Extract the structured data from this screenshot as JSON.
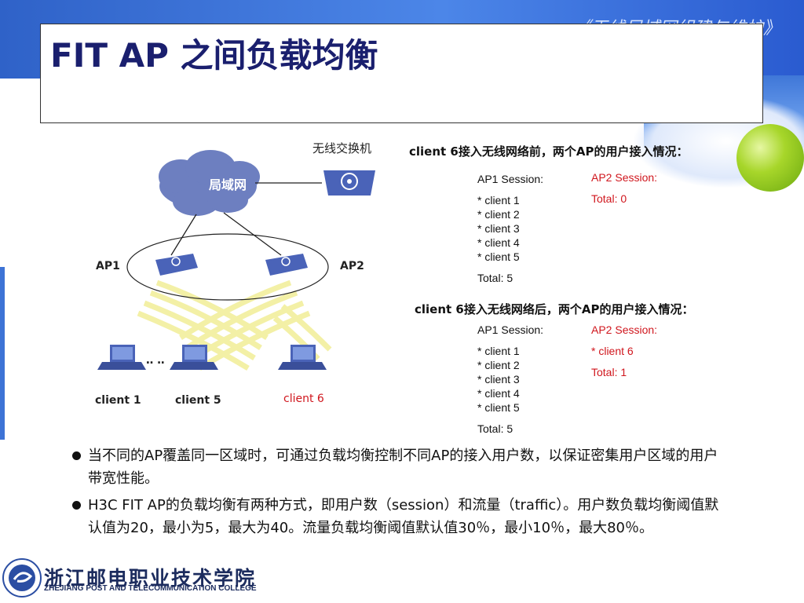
{
  "header": {
    "subtitle": "《无线局域网组建与维护》",
    "title": "FIT AP 之间负载均衡"
  },
  "diagram": {
    "cloud_label": "局域网",
    "switch_label": "无线交换机",
    "ap1_label": "AP1",
    "ap2_label": "AP2",
    "ellipsis": "‥ ‥",
    "client_labels": [
      "client 1",
      "client 5",
      "client 6"
    ],
    "colors": {
      "cloud": "#6d7fc0",
      "device": "#4a63b8",
      "beam": "#f3f0a6",
      "highlight": "#d0161d"
    }
  },
  "before": {
    "heading": "client 6接入无线网络前，两个AP的用户接入情况：",
    "ap1": {
      "title": "AP1 Session:",
      "clients": [
        "* client 1",
        "* client 2",
        "* client 3",
        "* client 4",
        "* client 5"
      ],
      "total": "Total: 5"
    },
    "ap2": {
      "title": "AP2 Session:",
      "total": "Total: 0"
    }
  },
  "after": {
    "heading": "client 6接入无线网络后，两个AP的用户接入情况：",
    "ap1": {
      "title": "AP1 Session:",
      "clients": [
        "* client 1",
        "* client 2",
        "* client 3",
        "* client 4",
        "* client 5"
      ],
      "total": "Total: 5"
    },
    "ap2": {
      "title": "AP2 Session:",
      "clients": [
        "* client 6"
      ],
      "total": "Total: 1"
    }
  },
  "bullets": [
    "当不同的AP覆盖同一区域时，可通过负载均衡控制不同AP的接入用户数，以保证密集用户区域的用户带宽性能。",
    "H3C FIT AP的负载均衡有两种方式，即用户数（session）和流量（traffic）。用户数负载均衡阈值默认值为20，最小为5，最大为40。流量负载均衡阈值默认值30％，最小10％，最大80％。"
  ],
  "footer": {
    "college_cn": "浙江邮电职业技术学院",
    "college_en": "ZHEJIANG POST AND TELECOMMUNICATION COLLEGE"
  }
}
